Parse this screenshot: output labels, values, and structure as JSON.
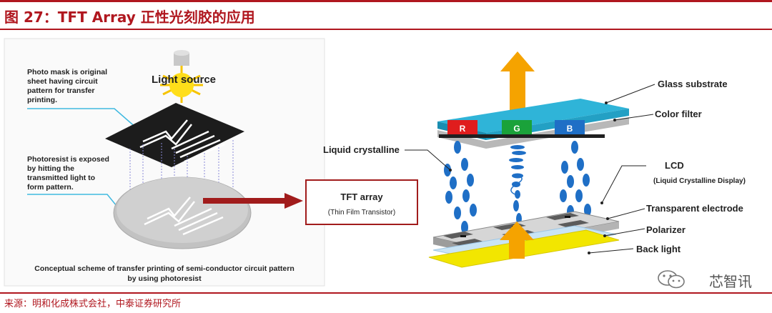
{
  "title": "图 27：TFT Array 正性光刻胶的应用",
  "left": {
    "light_source": "Light source",
    "mask_note": [
      "Photo mask is original",
      "sheet  having circuit",
      "pattern for  transfer",
      "printing."
    ],
    "resist_note": [
      "Photoresist is exposed",
      "by hitting the",
      "transmitted light to",
      "form pattern."
    ],
    "caption": [
      "Conceptual scheme of transfer printing  of semi-conductor circuit pattern",
      "by using  photoresist"
    ]
  },
  "right": {
    "glass_substrate": "Glass substrate",
    "color_filter": "Color filter",
    "liquid_crystalline": "Liquid crystalline",
    "lcd": "LCD",
    "lcd_full": "(Liquid Crystalline Display)",
    "tft_array": "TFT array",
    "tft_full": "(Thin Film Transistor)",
    "transparent_electrode": "Transparent electrode",
    "polarizer": "Polarizer",
    "back_light": "Back light",
    "rgb": [
      "R",
      "G",
      "B"
    ]
  },
  "colors": {
    "accent": "#b0171f",
    "cyan": "#2fb4d8",
    "orange": "#f5a300",
    "yellow": "#f2e600",
    "blue": "#1f6fc6"
  },
  "source": "来源：明和化成株式会社，中泰证券研究所",
  "watermark": "芯智讯"
}
